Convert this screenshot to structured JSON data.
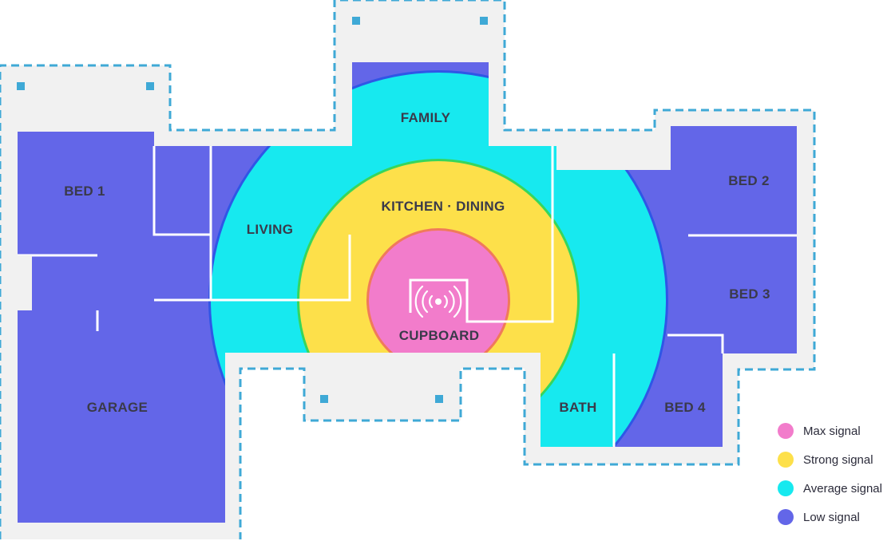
{
  "colors": {
    "max": "#f27ccb",
    "strong": "#fde04a",
    "average": "#17e9ef",
    "low": "#6366e8",
    "outline": "#3fa9d6",
    "wall": "#ffffff",
    "exterior": "#f1f1f1",
    "text": "#3a3a4a"
  },
  "rooms": {
    "family": "FAMILY",
    "kitchen_dining": "KITCHEN · DINING",
    "living": "LIVING",
    "cupboard": "CUPBOARD",
    "bed1": "BED 1",
    "bed2": "BED 2",
    "bed3": "BED 3",
    "bed4": "BED 4",
    "garage": "GARAGE",
    "bath": "BATH"
  },
  "router": {
    "icon": "wifi-router-icon"
  },
  "legend": [
    {
      "label": "Max signal",
      "level": "max"
    },
    {
      "label": "Strong signal",
      "level": "strong"
    },
    {
      "label": "Average signal",
      "level": "average"
    },
    {
      "label": "Low signal",
      "level": "low"
    }
  ]
}
